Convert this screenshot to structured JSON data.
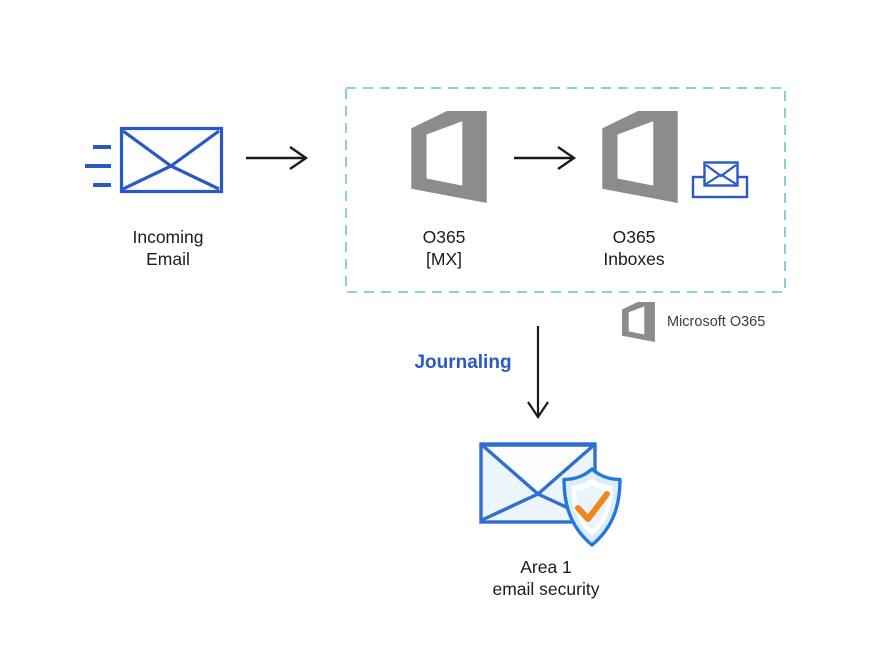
{
  "diagram": {
    "nodes": {
      "incoming_email": {
        "line1": "Incoming",
        "line2": "Email"
      },
      "o365_mx": {
        "line1": "O365",
        "line2": "[MX]"
      },
      "o365_inboxes": {
        "line1": "O365",
        "line2": "Inboxes"
      },
      "area1": {
        "line1": "Area 1",
        "line2": "email security"
      }
    },
    "flow_label": "Journaling",
    "legend": {
      "label": "Microsoft O365"
    },
    "icons": {
      "incoming_email": "envelope-with-speed-lines",
      "o365": "microsoft-office-365-logo",
      "inbox": "inbox-tray-with-envelope",
      "area1": "envelope-with-shield-checkmark",
      "flow": "arrow"
    },
    "colors": {
      "envelope_blue": "#2B58C8",
      "office_gray": "#8C8C8C",
      "dashed_border": "#8BCEDC",
      "arrow": "#1A1A1A",
      "journaling_text": "#2B58C8",
      "area1_blue": "#2278DB",
      "area1_envelope_blue": "#2E6FD0",
      "area1_light": "#DCEDFA",
      "area1_inner": "#E9F4FC",
      "area1_lighter": "#EDF5FC",
      "check_orange": "#F0861C",
      "text": "#1C1C1C",
      "legend_text": "#3D3D3D"
    }
  }
}
